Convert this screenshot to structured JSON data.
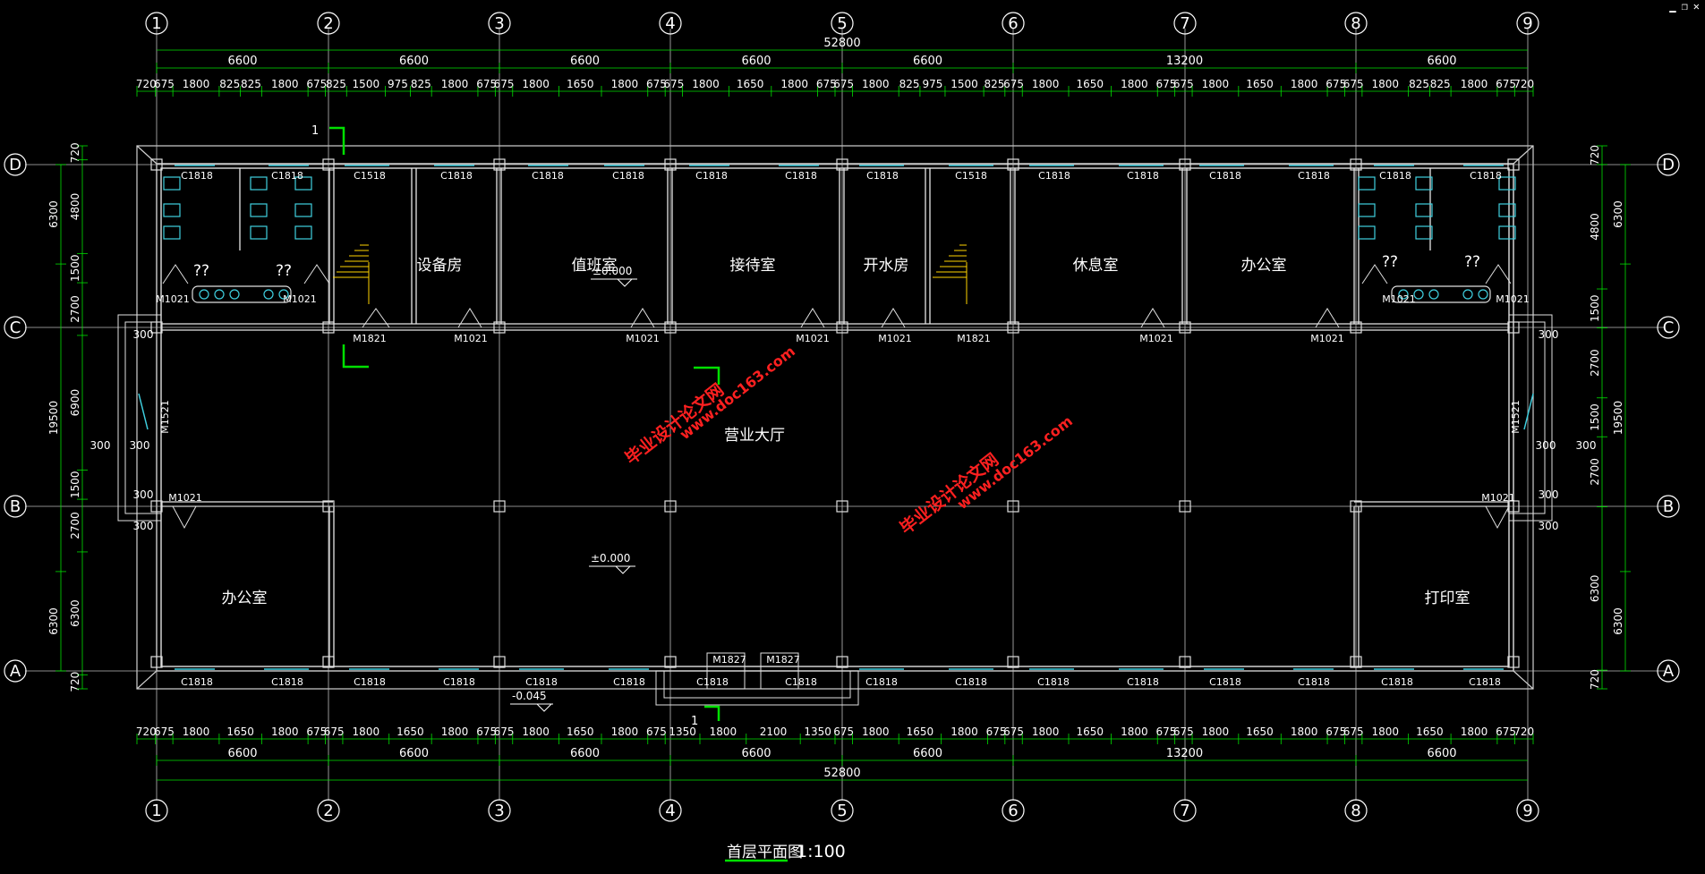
{
  "window_controls": [
    "▁",
    "❐",
    "✕"
  ],
  "grid": {
    "columns": [
      "1",
      "2",
      "3",
      "4",
      "5",
      "6",
      "7",
      "8",
      "9"
    ],
    "rows": [
      "D",
      "C",
      "B",
      "A"
    ]
  },
  "dims": {
    "overall": "52800",
    "top_bays": [
      "6600",
      "6600",
      "6600",
      "6600",
      "6600",
      "13200",
      "6600"
    ],
    "top_detail": [
      "720",
      "675",
      "1800",
      "825",
      "825",
      "1800",
      "675",
      "825",
      "1500",
      "975",
      "825",
      "1800",
      "675",
      "675",
      "1800",
      "1650",
      "1800",
      "675",
      "675",
      "1800",
      "1650",
      "1800",
      "675",
      "675",
      "1800",
      "825",
      "975",
      "1500",
      "825",
      "675",
      "1800",
      "1650",
      "1800",
      "675",
      "675",
      "1800",
      "1650",
      "1800",
      "675",
      "675",
      "1800",
      "825",
      "825",
      "1800",
      "675",
      "720"
    ],
    "bottom_detail": [
      "720",
      "675",
      "1800",
      "1650",
      "1800",
      "675",
      "675",
      "1800",
      "1650",
      "1800",
      "675",
      "675",
      "1800",
      "1650",
      "1800",
      "675",
      "1350",
      "1800",
      "2100",
      "1350",
      "675",
      "1800",
      "1650",
      "1800",
      "675",
      "675",
      "1800",
      "1650",
      "1800",
      "675",
      "675",
      "1800",
      "1650",
      "1800",
      "675",
      "675",
      "1800",
      "1650",
      "1800",
      "675",
      "720"
    ],
    "left_outer": [
      "6300",
      "19500",
      "6300"
    ],
    "left_inner": [
      "720",
      "4800",
      "1500",
      "2700",
      "6900",
      "1500",
      "2700",
      "6300",
      "720"
    ],
    "right_inner": [
      "720",
      "4800",
      "1500",
      "2700",
      "1500",
      "2700",
      "6300",
      "720"
    ],
    "right_outer": [
      "6300",
      "19500",
      "6300"
    ],
    "side_300": "300"
  },
  "rooms": [
    {
      "name": "设备房"
    },
    {
      "name": "值班室"
    },
    {
      "name": "接待室"
    },
    {
      "name": "开水房"
    },
    {
      "name": "休息室"
    },
    {
      "name": "办公室"
    },
    {
      "name": "营业大厅"
    },
    {
      "name": "办公室"
    },
    {
      "name": "打印室"
    },
    {
      "name": "??"
    },
    {
      "name": "??"
    },
    {
      "name": "??"
    },
    {
      "name": "??"
    }
  ],
  "windows_top": [
    "C1818",
    "C1818",
    "C1518",
    "C1818",
    "C1818",
    "C1818",
    "C1818",
    "C1818",
    "C1818",
    "C1518",
    "C1818",
    "C1818",
    "C1818",
    "C1818",
    "C1818",
    "C1818"
  ],
  "windows_bottom": [
    "C1818",
    "C1818",
    "C1818",
    "C1818",
    "C1818",
    "C1818",
    "C1818",
    "C1818",
    "C1818",
    "C1818",
    "C1818",
    "C1818",
    "C1818",
    "C1818",
    "C1818",
    "C1818"
  ],
  "doors": [
    "M1021",
    "M1021",
    "M1821",
    "M1021",
    "M1021",
    "M1021",
    "M1021",
    "M1821",
    "M1021",
    "M1021",
    "M1021",
    "M1021",
    "M1521",
    "M1521",
    "M1021",
    "M1021",
    "M1827",
    "M1827"
  ],
  "levels": [
    "±0.000",
    "±0.000",
    "-0.045"
  ],
  "section_marks": [
    "1",
    "1"
  ],
  "watermarks": [
    "毕业设计论文网",
    "www.doc163.com",
    "毕业设计论文网",
    "www.doc163.com"
  ],
  "title": "首层平面图",
  "scale": "1:100"
}
